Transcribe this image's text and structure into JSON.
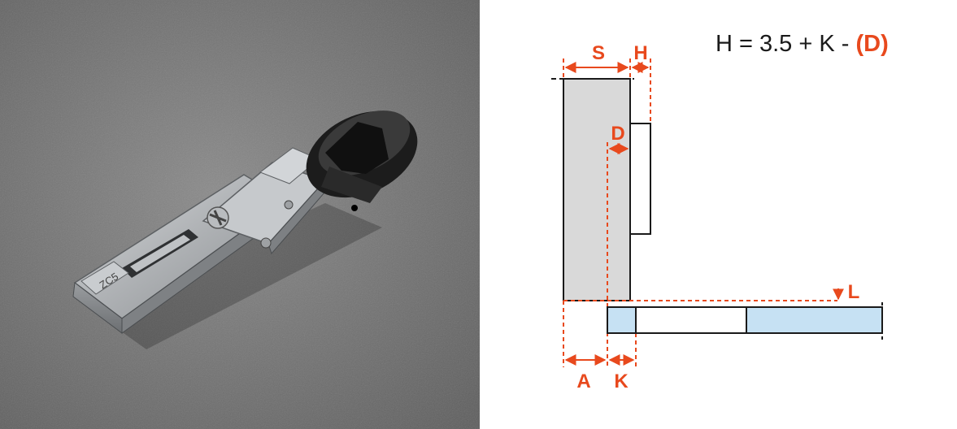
{
  "photo": {
    "marking": "ZC5",
    "colors": {
      "background": "#7d7d7d",
      "metal": "#b5b8bb",
      "cup": "#232323"
    }
  },
  "diagram": {
    "formula": {
      "prefix": "H = 3.5 + K - ",
      "highlight": "(D)"
    },
    "labels": {
      "s": "S",
      "h": "H",
      "d": "D",
      "l": "L",
      "a": "A",
      "k": "K"
    },
    "colors": {
      "accent": "#e8491d",
      "panel": "#d9d9d9",
      "board": "#c6e1f3",
      "outline": "#1a1a1a"
    }
  }
}
